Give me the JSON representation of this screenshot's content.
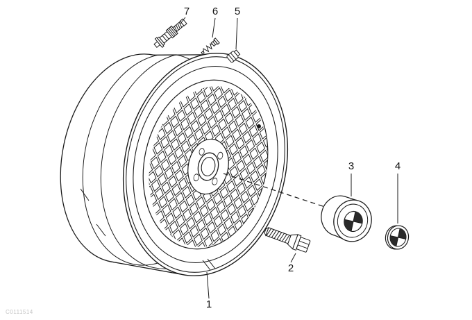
{
  "diagram": {
    "background": "#ffffff",
    "ink": "#1a1a1a",
    "watermark": "C0111514"
  },
  "callouts": [
    {
      "label": "1"
    },
    {
      "label": "2"
    },
    {
      "label": "3"
    },
    {
      "label": "4"
    },
    {
      "label": "5"
    },
    {
      "label": "6"
    },
    {
      "label": "7"
    }
  ]
}
